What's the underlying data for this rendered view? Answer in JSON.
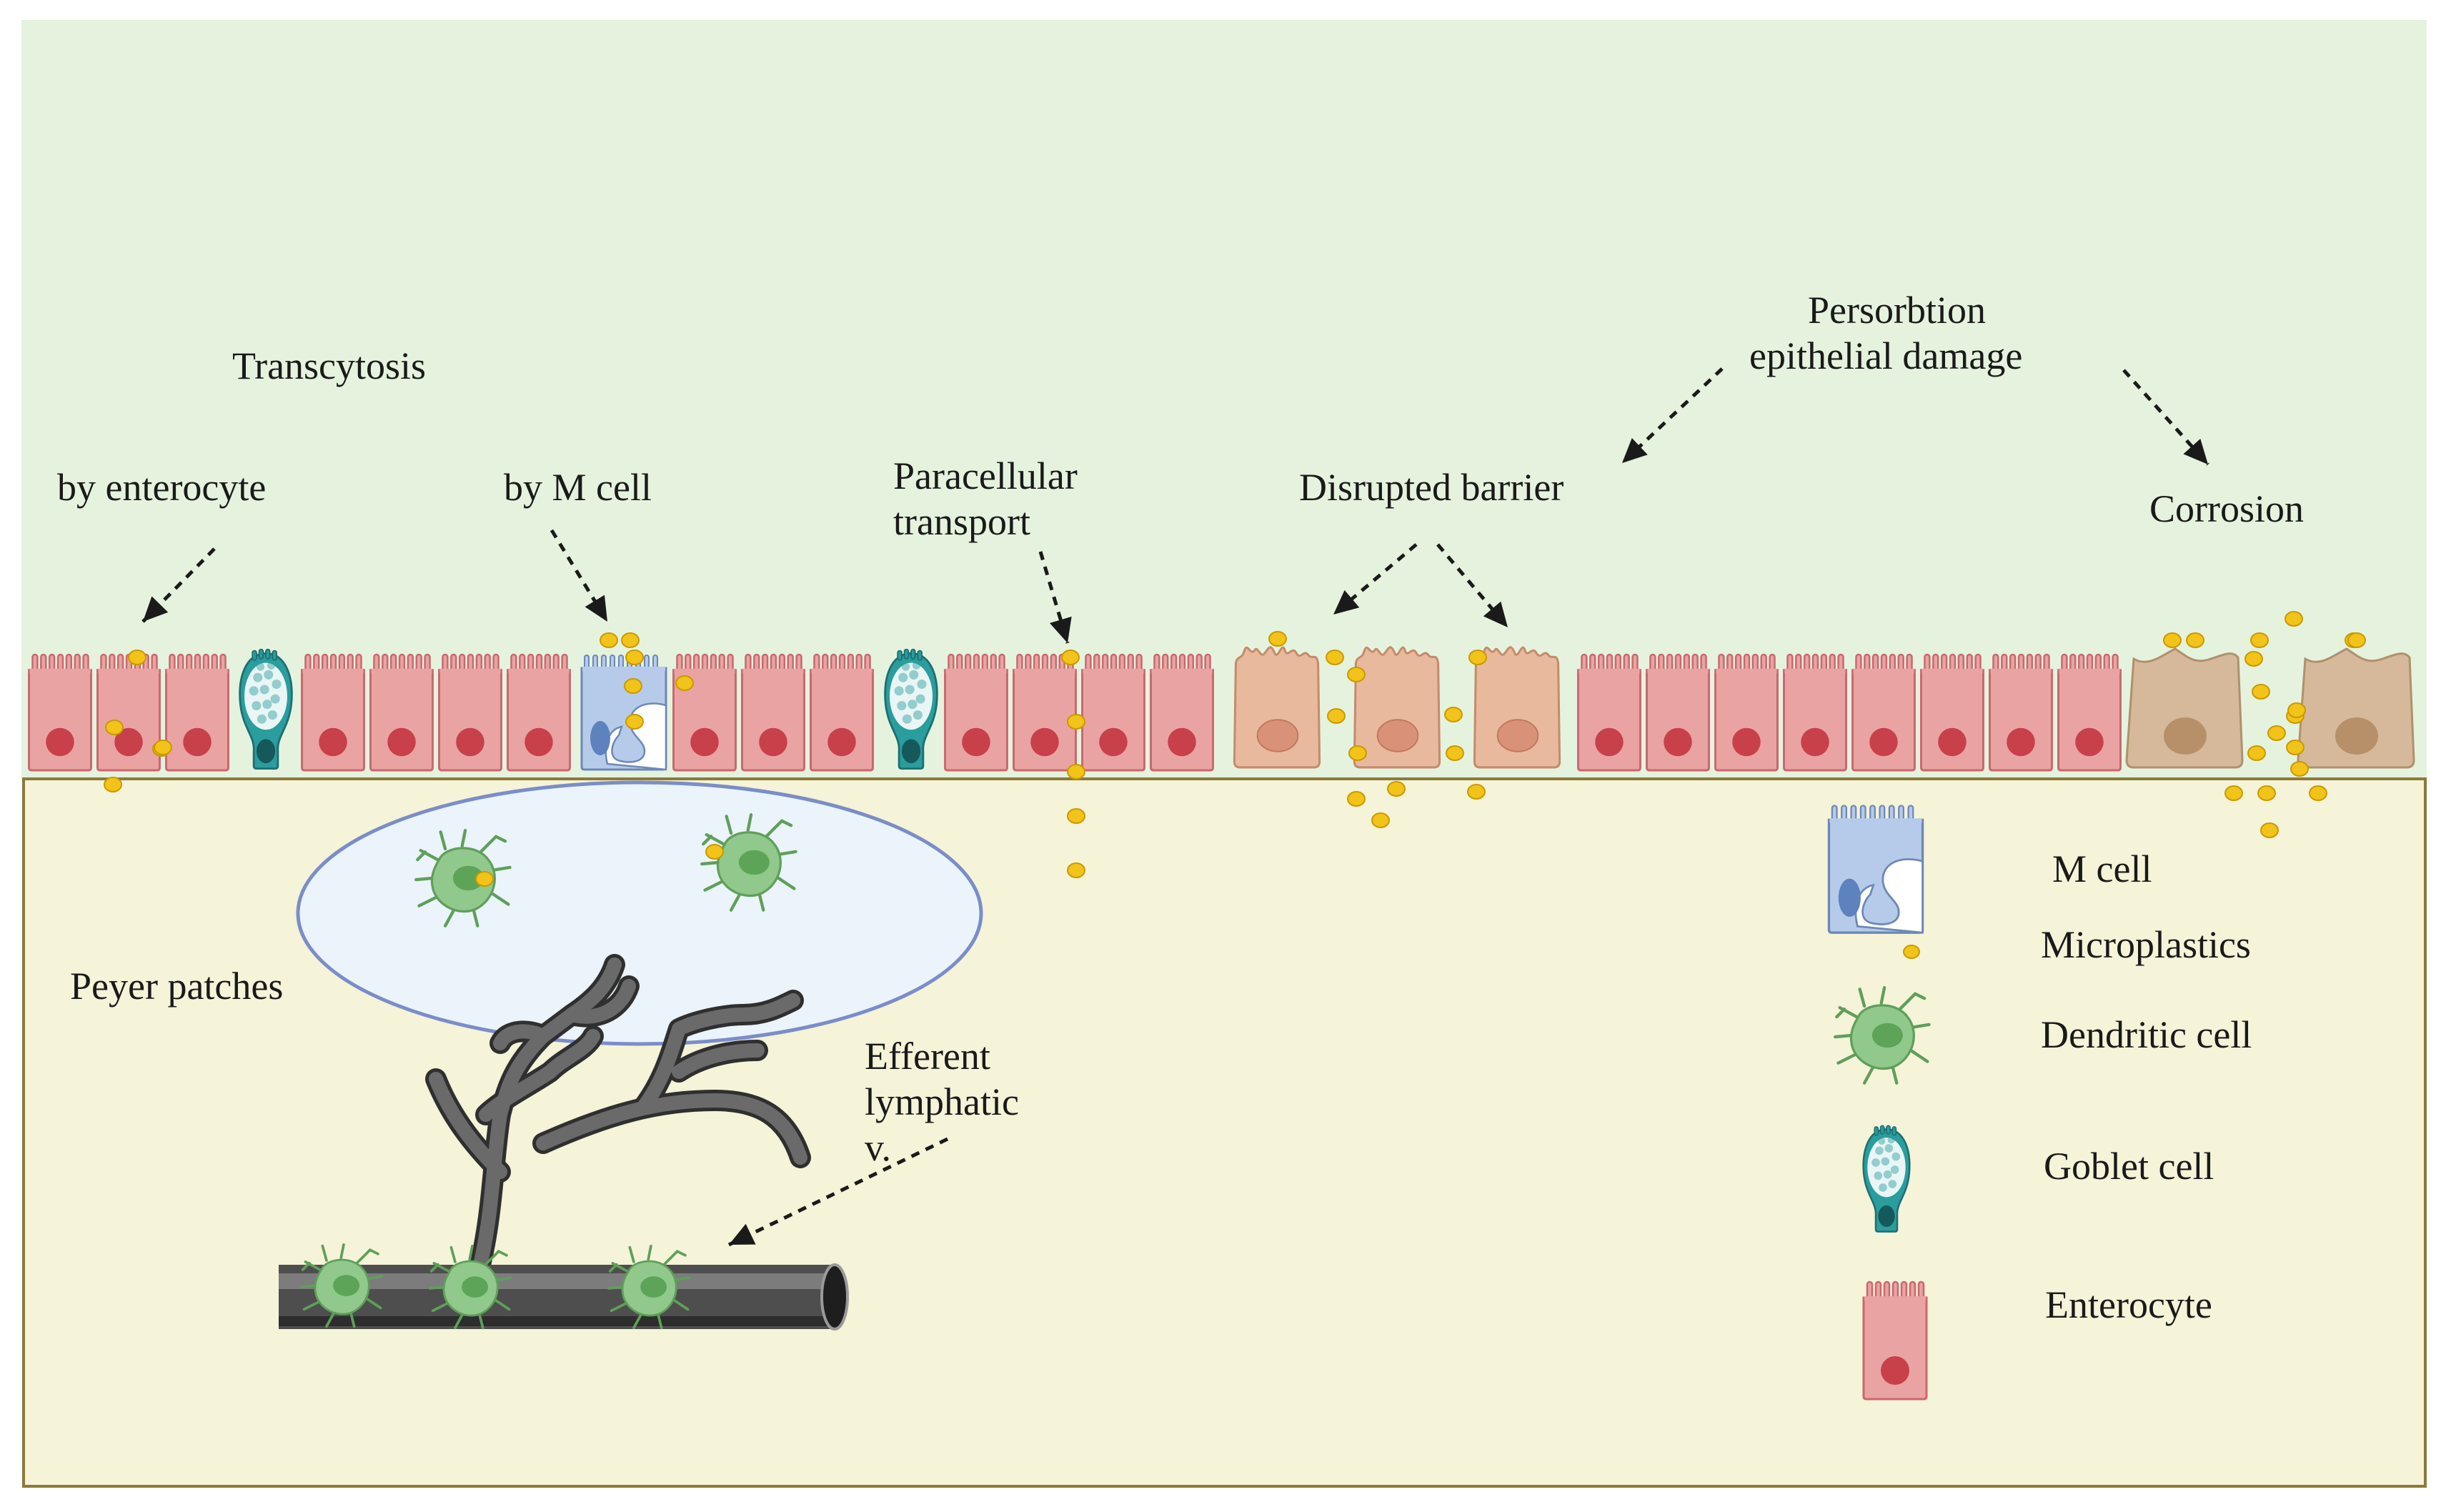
{
  "labels": {
    "transcytosis": "Transcytosis",
    "by_enterocyte": "by enterocyte",
    "by_m_cell": "by M cell",
    "paracellular_1": "Paracellular",
    "paracellular_2": "transport",
    "persorbtion_1": "Persorbtion",
    "persorbtion_2": "epithelial damage",
    "disrupted_barrier": "Disrupted barrier",
    "corrosion": "Corrosion",
    "peyer_patches": "Peyer patches",
    "efferent_1": "Efferent",
    "efferent_2": "lymphatic",
    "efferent_3": "v."
  },
  "legend": [
    {
      "label": "M cell",
      "icon": "m-cell-icon"
    },
    {
      "label": "Microplastics",
      "icon": "microplastic-icon"
    },
    {
      "label": "Dendritic cell",
      "icon": "dendritic-cell-icon"
    },
    {
      "label": "Goblet cell",
      "icon": "goblet-cell-icon"
    },
    {
      "label": "Enterocyte",
      "icon": "enterocyte-icon"
    }
  ],
  "colors": {
    "lumen": "#e5f3de",
    "tissue": "#f5f3d8",
    "tissue_border": "#8b7a3a",
    "enterocyte": "#e9a3a3",
    "enterocyte_stroke": "#c9686d",
    "nucleus": "#c8404a",
    "m_cell": "#b6cbea",
    "goblet": "#2a9d9d",
    "damaged_cell": "#e8b99d",
    "corroded_cell": "#d5b99a",
    "microplastic": "#f2c318",
    "dendritic": "#90c98b",
    "peyer": "#ebf3fb",
    "peyer_stroke": "#7b8dc8",
    "lymphatic": "#555555"
  }
}
